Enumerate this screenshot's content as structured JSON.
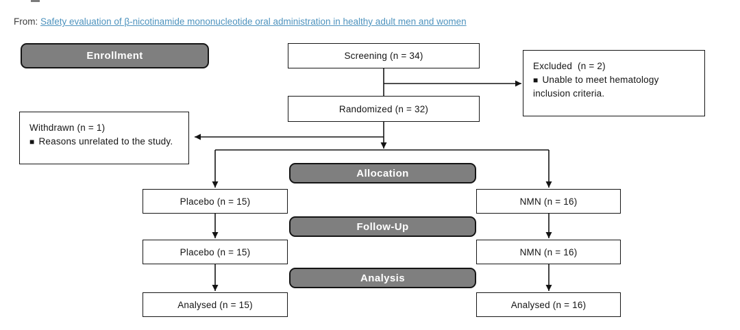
{
  "page": {
    "from_label": "From:",
    "figure_title_link": "Safety evaluation of β-nicotinamide mononucleotide oral administration in healthy adult men and women"
  },
  "stages": {
    "enrollment": "Enrollment",
    "allocation": "Allocation",
    "follow_up": "Follow-Up",
    "analysis": "Analysis"
  },
  "flow_boxes": {
    "screening": "Screening (n = 34)",
    "randomized": "Randomized (n = 32)",
    "placebo_allocation": "Placebo (n = 15)",
    "nmn_allocation": "NMN (n = 16)",
    "placebo_follow_up": "Placebo (n = 15)",
    "nmn_follow_up": "NMN (n = 16)",
    "placebo_analysis": "Analysed (n = 15)",
    "nmn_analysis": "Analysed (n = 16)"
  },
  "notes": {
    "excluded": {
      "title": "Excluded  (n = 2)",
      "bullet": "■",
      "reason": "Unable to meet hematology inclusion criteria."
    },
    "withdrawn": {
      "title": "Withdrawn (n = 1)",
      "bullet": "■",
      "reason": "Reasons unrelated to the study."
    }
  },
  "colors": {
    "stage_fill": "#7f7f7f",
    "stage_text": "#ffffff",
    "line": "#141414",
    "link": "#4e93be"
  }
}
